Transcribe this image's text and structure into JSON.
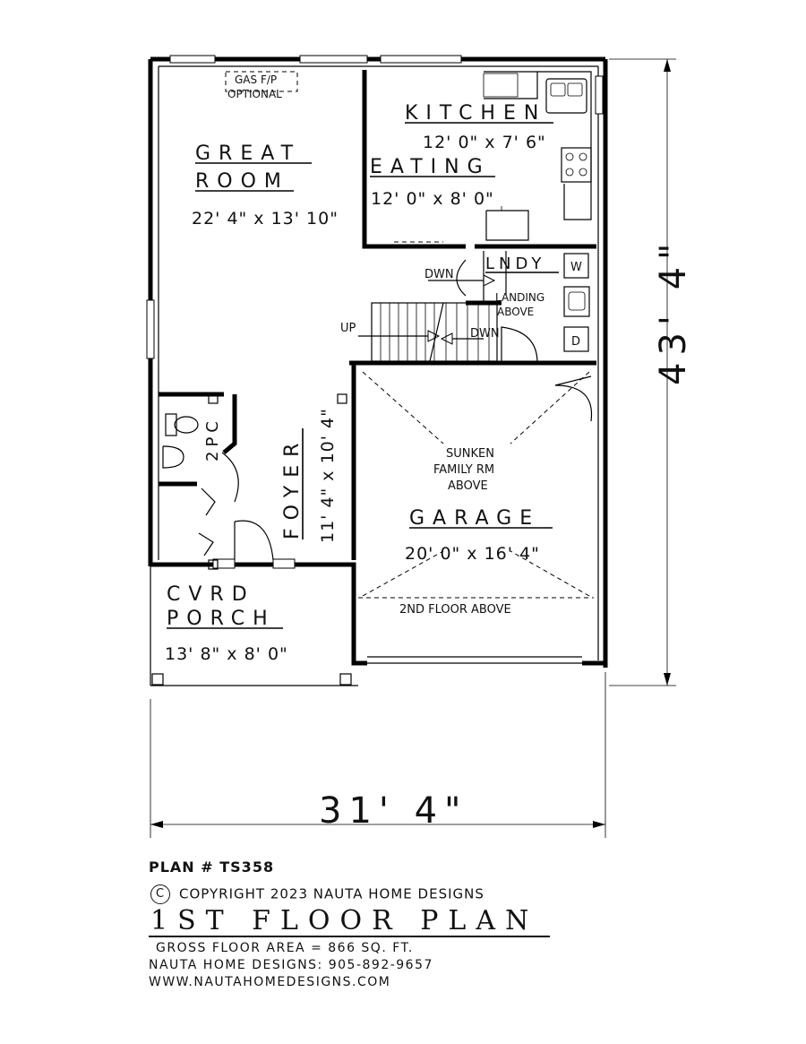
{
  "rooms": {
    "great_room": {
      "name_line1": "GREAT",
      "name_line2": "ROOM",
      "dims": "22' 4\" x 13' 10\""
    },
    "kitchen": {
      "name": "KITCHEN",
      "dims": "12' 0\" x 7' 6\""
    },
    "eating": {
      "name": "EATING",
      "dims": "12' 0\" x 8' 0\""
    },
    "laundry": {
      "name": "LNDY"
    },
    "foyer": {
      "name": "FOYER",
      "dims": "11' 4\" x 10' 4\""
    },
    "powder_room": {
      "name": "2PC"
    },
    "garage": {
      "name": "GARAGE",
      "dims": "20' 0\" x 16' 4\"",
      "note_line1": "SUNKEN",
      "note_line2": "FAMILY RM",
      "note_line3": "ABOVE",
      "floor_above": "2ND FLOOR ABOVE"
    },
    "porch": {
      "name_line1": "CVRD",
      "name_line2": "PORCH",
      "dims": "13' 8\" x 8' 0\""
    }
  },
  "annotations": {
    "fireplace_line1": "GAS F/P",
    "fireplace_line2": "OPTIONAL",
    "landing_line1": "LANDING",
    "landing_line2": "ABOVE",
    "stair_up": "UP",
    "stair_down_1": "DWN",
    "stair_down_2": "DWN",
    "washer": "W",
    "dryer": "D"
  },
  "overall_dims": {
    "width": "31' 4\"",
    "depth": "43' 4\""
  },
  "footer": {
    "plan_number": "PLAN # TS358",
    "copyright_symbol": "C",
    "copyright": "COPYRIGHT 2023 NAUTA HOME DESIGNS",
    "title": "1ST FLOOR PLAN",
    "gross_area": "GROSS  FLOOR AREA  =  866  SQ. FT.",
    "phone": "NAUTA HOME DESIGNS:  905-892-9657",
    "website": "WWW.NAUTAHOMEDESIGNS.COM"
  }
}
